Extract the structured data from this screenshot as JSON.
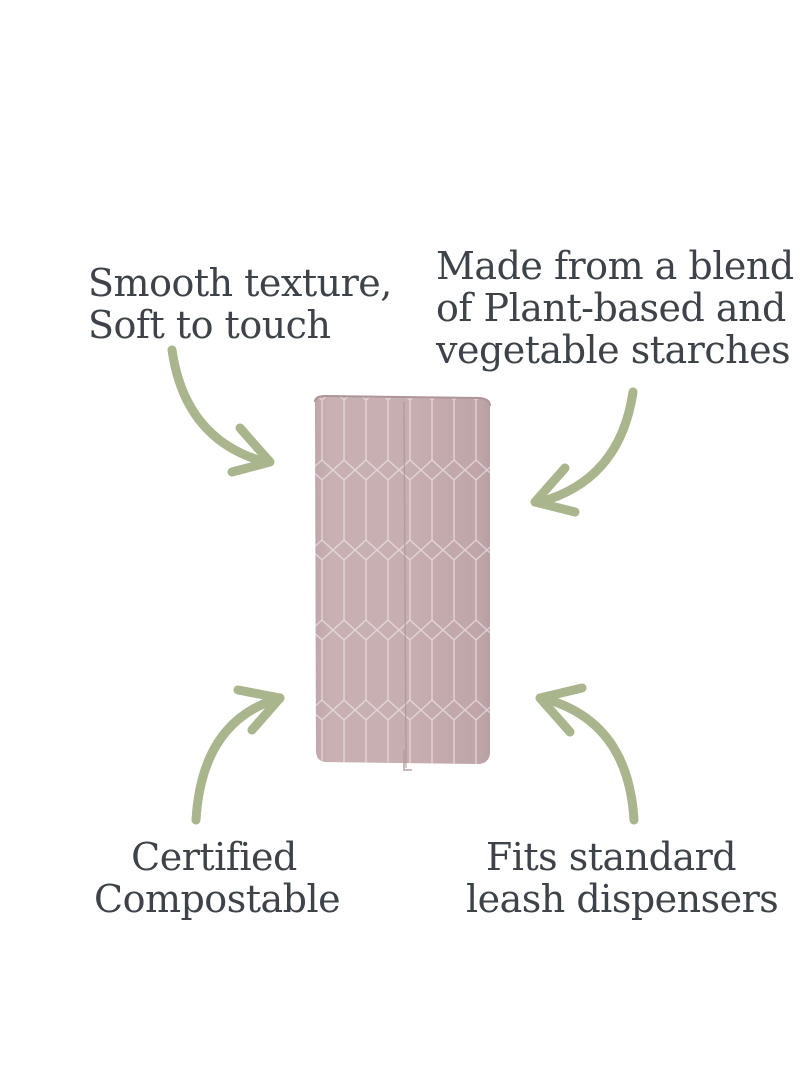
{
  "callouts": {
    "top_left": {
      "lines": [
        "Smooth texture,",
        "Soft to touch"
      ]
    },
    "top_right": {
      "lines": [
        "Made from a blend",
        "of Plant-based and",
        "vegetable starches"
      ]
    },
    "bottom_left": {
      "lines": [
        "Certified",
        "Compostable"
      ]
    },
    "bottom_right": {
      "lines": [
        "Fits standard",
        "leash dispensers"
      ]
    }
  },
  "colors": {
    "text": "#3d4349",
    "arrow": "#a9b58c",
    "roll": "#c7aeb0",
    "roll_shade": "#b89ea0",
    "pattern": "#f1e9ea"
  },
  "icons": {
    "arrow": "curved-arrow-icon",
    "product": "bag-roll-icon"
  }
}
